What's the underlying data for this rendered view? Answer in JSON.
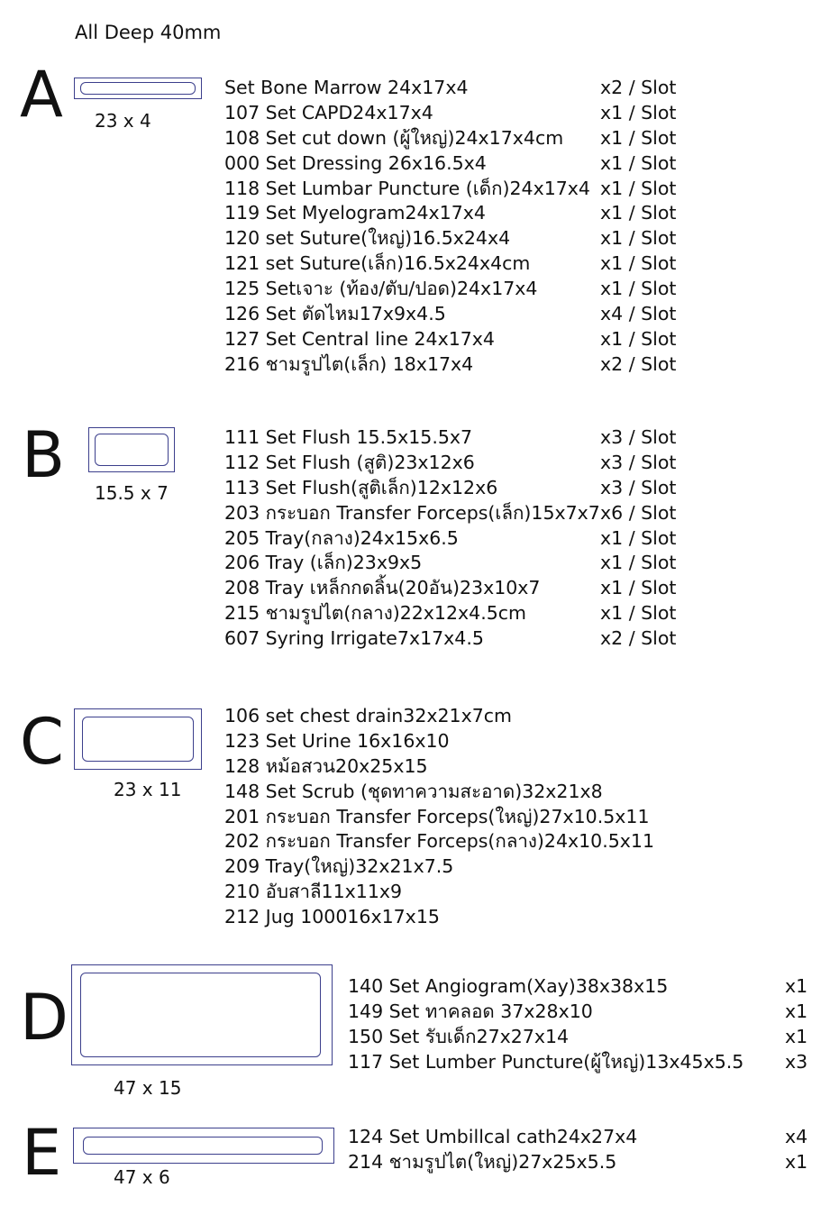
{
  "header": "All Deep 40mm",
  "groups": {
    "A": {
      "letter": "A",
      "size": "23 x 4",
      "items": [
        {
          "name": "Set Bone Marrow 24x17x4",
          "qty": "x2 / Slot"
        },
        {
          "name": "107 Set CAPD24x17x4",
          "qty": "x1 / Slot"
        },
        {
          "name": "108 Set cut down (ผู้ใหญ่)24x17x4cm",
          "qty": "x1 / Slot"
        },
        {
          "name": "000 Set Dressing 26x16.5x4",
          "qty": "x1 / Slot"
        },
        {
          "name": "118 Set Lumbar Puncture (เด็ก)24x17x4",
          "qty": "x1 / Slot"
        },
        {
          "name": "119 Set Myelogram24x17x4",
          "qty": "x1 / Slot"
        },
        {
          "name": "120 set Suture(ใหญ่)16.5x24x4",
          "qty": "x1 / Slot"
        },
        {
          "name": "121 set Suture(เล็ก)16.5x24x4cm",
          "qty": "x1 / Slot"
        },
        {
          "name": "125 Setเจาะ (ท้อง/ตับ/ปอด)24x17x4",
          "qty": "x1 / Slot"
        },
        {
          "name": "126 Set ตัดไหม17x9x4.5",
          "qty": "x4 / Slot"
        },
        {
          "name": "127 Set Central line 24x17x4",
          "qty": "x1 / Slot"
        },
        {
          "name": "216 ชามรูปไต(เล็ก) 18x17x4",
          "qty": "x2 / Slot"
        }
      ]
    },
    "B": {
      "letter": "B",
      "size": "15.5 x 7",
      "items": [
        {
          "name": "111 Set Flush 15.5x15.5x7",
          "qty": "x3 / Slot"
        },
        {
          "name": "112 Set Flush (สูติ)23x12x6",
          "qty": "x3 / Slot"
        },
        {
          "name": "113 Set Flush(สูติเล็ก)12x12x6",
          "qty": "x3 / Slot"
        },
        {
          "name": "203 กระบอก Transfer Forceps(เล็ก)15x7x7",
          "qty": "x6 / Slot"
        },
        {
          "name": "205 Tray(กลาง)24x15x6.5",
          "qty": "x1 / Slot"
        },
        {
          "name": "206 Tray (เล็ก)23x9x5",
          "qty": "x1 / Slot"
        },
        {
          "name": "208 Tray เหล็กกดลิ้น(20อัน)23x10x7",
          "qty": "x1 / Slot"
        },
        {
          "name": "215 ชามรูปไต(กลาง)22x12x4.5cm",
          "qty": "x1 / Slot"
        },
        {
          "name": "607 Syring Irrigate7x17x4.5",
          "qty": "x2 / Slot"
        }
      ]
    },
    "C": {
      "letter": "C",
      "size": "23 x 11",
      "items": [
        {
          "name": "106 set chest drain32x21x7cm"
        },
        {
          "name": "123 Set Urine 16x16x10"
        },
        {
          "name": "128 หม้อสวน20x25x15"
        },
        {
          "name": "148 Set Scrub (ชุดทาความสะอาด)32x21x8"
        },
        {
          "name": "201 กระบอก Transfer Forceps(ใหญ่)27x10.5x11"
        },
        {
          "name": "202 กระบอก Transfer Forceps(กลาง)24x10.5x11"
        },
        {
          "name": "209 Tray(ใหญ่)32x21x7.5"
        },
        {
          "name": "210 อับสาลี11x11x9"
        },
        {
          "name": "212 Jug 100016x17x15"
        }
      ]
    },
    "D": {
      "letter": "D",
      "size": "47 x 15",
      "items": [
        {
          "name": "140 Set Angiogram(Xay)38x38x15",
          "qty": "x1"
        },
        {
          "name": "149 Set ทาคลอด 37x28x10",
          "qty": "x1"
        },
        {
          "name": "150 Set รับเด็ก27x27x14",
          "qty": "x1"
        },
        {
          "name": "117 Set Lumber Puncture(ผู้ใหญ่)13x45x5.5",
          "qty": "x3"
        }
      ]
    },
    "E": {
      "letter": "E",
      "size": "47 x 6",
      "items": [
        {
          "name": "124 Set Umbillcal cath24x27x4",
          "qty": "x4"
        },
        {
          "name": "214 ชามรูปไต(ใหญ่)27x25x5.5",
          "qty": "x1"
        }
      ]
    }
  },
  "colors": {
    "tray_outline": "#3c3f8c",
    "text": "#111111"
  }
}
